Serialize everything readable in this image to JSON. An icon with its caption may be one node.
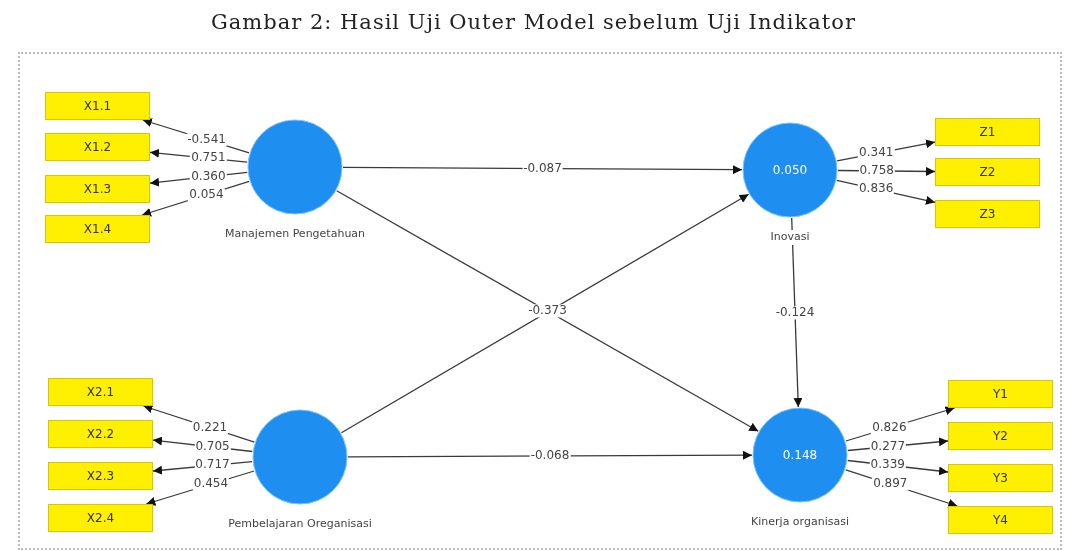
{
  "diagram": {
    "title": "Gambar 2: Hasil Uji Outer Model sebelum Uji Indikator",
    "nodes": [
      {
        "text": [
          "Manajemen Pengetahuan"
        ]
      },
      {
        "text": [
          "0.050",
          "Inovasi"
        ]
      },
      {
        "text": [
          "Pembelajaran Oreganisasi"
        ]
      },
      {
        "text": [
          "0.148",
          "Kinerja organisasi"
        ]
      },
      {
        "text": [
          "X1.1"
        ]
      },
      {
        "text": [
          "X1.2"
        ]
      },
      {
        "text": [
          "X1.3"
        ]
      },
      {
        "text": [
          "X1.4"
        ]
      },
      {
        "text": [
          "Z1"
        ]
      },
      {
        "text": [
          "Z2"
        ]
      },
      {
        "text": [
          "Z3"
        ]
      },
      {
        "text": [
          "X2.1"
        ]
      },
      {
        "text": [
          "X2.2"
        ]
      },
      {
        "text": [
          "X2.3"
        ]
      },
      {
        "text": [
          "X2.4"
        ]
      },
      {
        "text": [
          "Y1"
        ]
      },
      {
        "text": [
          "Y2"
        ]
      },
      {
        "text": [
          "Y3"
        ]
      },
      {
        "text": [
          "Y4"
        ]
      }
    ],
    "edges": [
      {
        "from": 0,
        "to": 1,
        "arrow": "to",
        "label": "-0.087"
      },
      {
        "from": 0,
        "to": 3,
        "arrow": "to",
        "label": "-0.373"
      },
      {
        "from": 2,
        "to": 1,
        "arrow": "to"
      },
      {
        "from": 2,
        "to": 3,
        "arrow": "to",
        "label": "-0.068"
      },
      {
        "from": 1,
        "to": 3,
        "arrow": "to",
        "label": "-0.124"
      },
      {
        "from": 0,
        "to": 4,
        "arrow": "to",
        "label": "-0.541"
      },
      {
        "from": 0,
        "to": 5,
        "arrow": "to",
        "label": "0.751"
      },
      {
        "from": 0,
        "to": 6,
        "arrow": "to",
        "label": "0.360"
      },
      {
        "from": 0,
        "to": 7,
        "arrow": "to",
        "label": "0.054"
      },
      {
        "from": 1,
        "to": 8,
        "arrow": "to",
        "label": "0.341"
      },
      {
        "from": 1,
        "to": 9,
        "arrow": "to",
        "label": "0.758"
      },
      {
        "from": 1,
        "to": 10,
        "arrow": "to",
        "label": "0.836"
      },
      {
        "from": 2,
        "to": 11,
        "arrow": "to",
        "label": "0.221"
      },
      {
        "from": 2,
        "to": 12,
        "arrow": "to",
        "label": "0.705"
      },
      {
        "from": 2,
        "to": 13,
        "arrow": "to",
        "label": "0.717"
      },
      {
        "from": 2,
        "to": 14,
        "arrow": "to",
        "label": "0.454"
      },
      {
        "from": 3,
        "to": 15,
        "arrow": "to",
        "label": "0.826"
      },
      {
        "from": 3,
        "to": 16,
        "arrow": "to",
        "label": "0.277"
      },
      {
        "from": 3,
        "to": 17,
        "arrow": "to",
        "label": "0.339"
      },
      {
        "from": 3,
        "to": 18,
        "arrow": "to",
        "label": "0.897"
      }
    ]
  }
}
